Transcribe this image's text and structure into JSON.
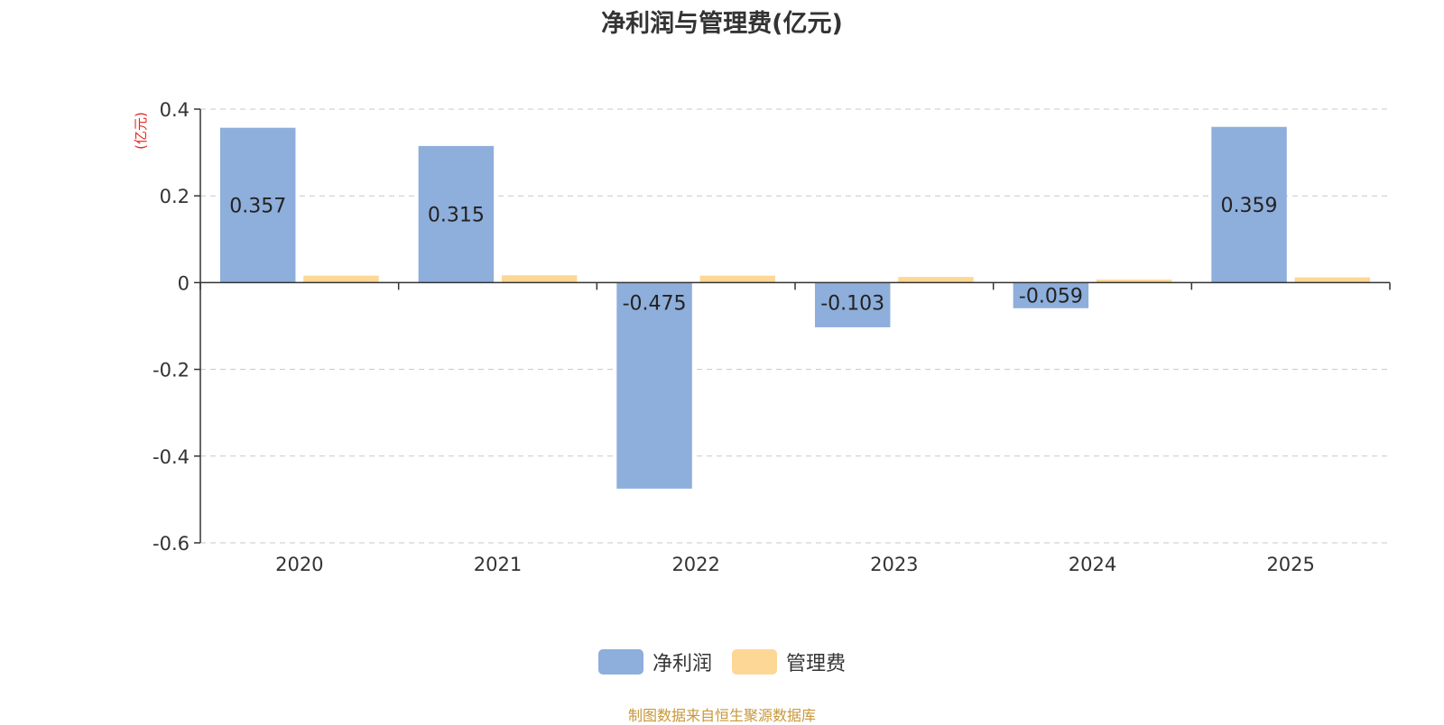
{
  "chart_data": {
    "type": "bar",
    "title": "净利润与管理费(亿元)",
    "ylabel": "(亿元)",
    "xlabel": "",
    "categories": [
      "2020",
      "2021",
      "2022",
      "2023",
      "2024",
      "2025"
    ],
    "series": [
      {
        "name": "净利润",
        "color": "#8eaedb",
        "values": [
          0.357,
          0.315,
          -0.475,
          -0.103,
          -0.059,
          0.359
        ],
        "labels": [
          "0.357",
          "0.315",
          "-0.475",
          "-0.103",
          "-0.059",
          "0.359"
        ]
      },
      {
        "name": "管理费",
        "color": "#fdd795",
        "values": [
          0.016,
          0.017,
          0.016,
          0.013,
          0.007,
          0.012
        ]
      }
    ],
    "ylim": [
      -0.6,
      0.4
    ],
    "yticks": [
      0.4,
      0.2,
      0,
      -0.2,
      -0.4,
      -0.6
    ],
    "ytick_labels": [
      "0.4",
      "0.2",
      "0",
      "-0.2",
      "-0.4",
      "-0.6"
    ],
    "grid": true,
    "legend_position": "bottom"
  },
  "source_text": "制图数据来自恒生聚源数据库"
}
